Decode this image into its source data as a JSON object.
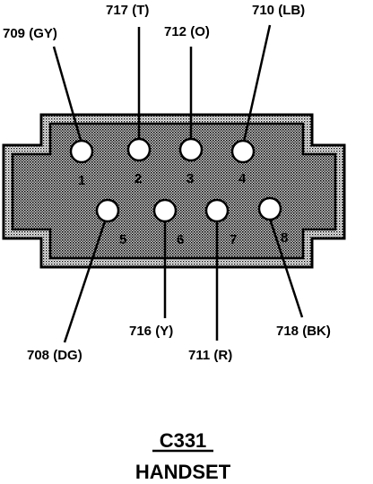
{
  "connector": {
    "id": "C331",
    "name": "HANDSET"
  },
  "pins": [
    {
      "number": "1",
      "wire": "709 (GY)"
    },
    {
      "number": "2",
      "wire": "717 (T)"
    },
    {
      "number": "3",
      "wire": "712 (O)"
    },
    {
      "number": "4",
      "wire": "710 (LB)"
    },
    {
      "number": "5",
      "wire": "708 (DG)"
    },
    {
      "number": "6",
      "wire": "716 (Y)"
    },
    {
      "number": "7",
      "wire": "711 (R)"
    },
    {
      "number": "8",
      "wire": "718 (BK)"
    }
  ]
}
